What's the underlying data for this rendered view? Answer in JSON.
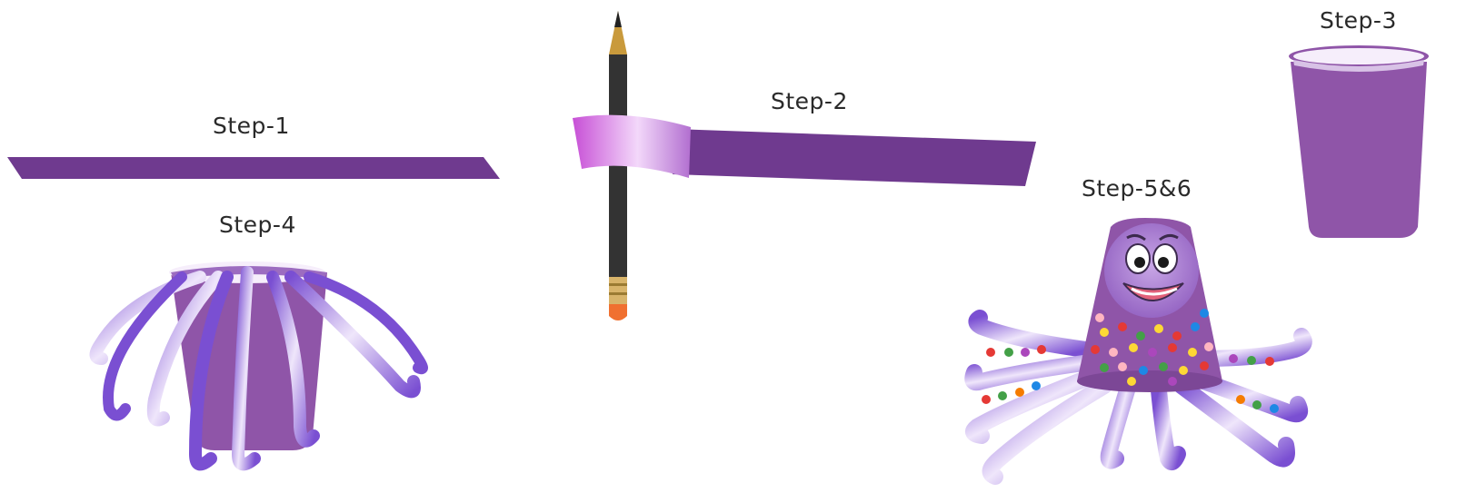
{
  "labels": {
    "step1": "Step-1",
    "step2": "Step-2",
    "step3": "Step-3",
    "step4": "Step-4",
    "step56": "Step-5&6"
  },
  "colors": {
    "purple_dark": "#6f3a8f",
    "purple_mid": "#8f55a8",
    "purple_light": "#c8a6dc",
    "ribbon_violet": "#7a4fd2",
    "pencil_tip": "#c99a3c",
    "eraser": "#f07030"
  },
  "dot_colors": [
    "#e53935",
    "#43a047",
    "#fdd835",
    "#1e88e5",
    "#f57c00",
    "#ab47bc",
    "#ffb6c1"
  ]
}
